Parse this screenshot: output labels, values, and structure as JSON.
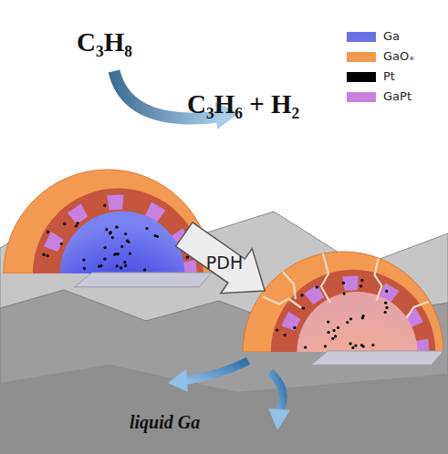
{
  "diagram": {
    "nodes": [
      {
        "text": [
          "PDH"
        ]
      }
    ],
    "labels": [
      "C₃H₈",
      "C₃H₆ + H₂",
      "liquid Ga"
    ],
    "legend": [
      {
        "text": "Ga",
        "color": "#6b70e6"
      },
      {
        "text": "GaOₓ",
        "color": "#f39a52"
      },
      {
        "text": "Pt",
        "color": "#000000"
      },
      {
        "text": "GaPt",
        "color": "#c77fe0"
      }
    ]
  }
}
